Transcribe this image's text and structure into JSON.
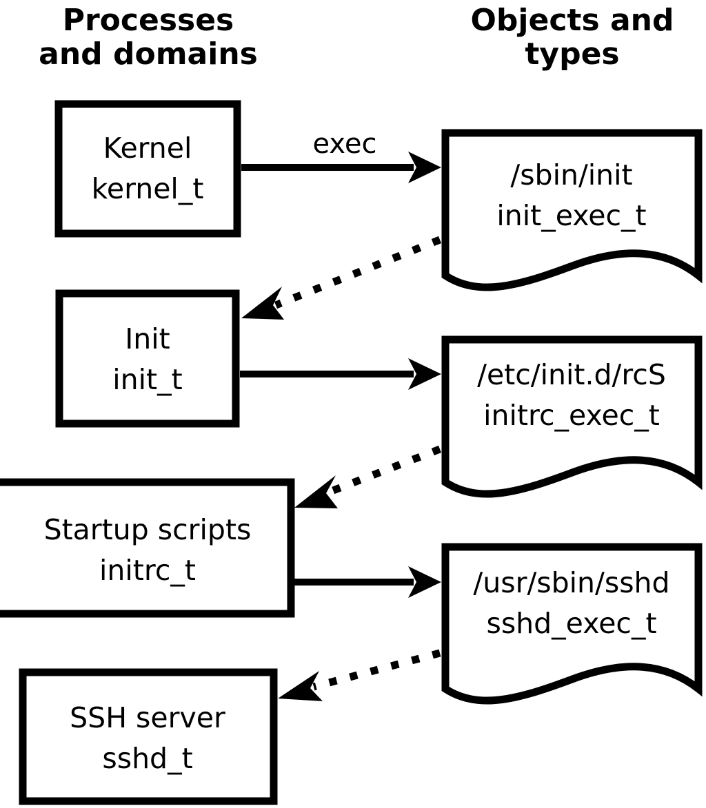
{
  "columns": {
    "left": {
      "line1": "Processes",
      "line2": "and domains"
    },
    "right": {
      "line1": "Objects and",
      "line2": "types"
    }
  },
  "nodes": {
    "kernel": {
      "line1": "Kernel",
      "line2": "kernel_t"
    },
    "init": {
      "line1": "Init",
      "line2": "init_t"
    },
    "initrc": {
      "line1": "Startup scripts",
      "line2": "initrc_t"
    },
    "sshd": {
      "line1": "SSH server",
      "line2": "sshd_t"
    },
    "initexec": {
      "line1": "/sbin/init",
      "line2": "init_exec_t"
    },
    "rcsexec": {
      "line1": "/etc/init.d/rcS",
      "line2": "initrc_exec_t"
    },
    "sshdexec": {
      "line1": "/usr/sbin/sshd",
      "line2": "sshd_exec_t"
    }
  },
  "edges": {
    "exec_label": "exec"
  },
  "colors": {
    "stroke": "#000000",
    "fill": "#ffffff",
    "text": "#000000"
  }
}
